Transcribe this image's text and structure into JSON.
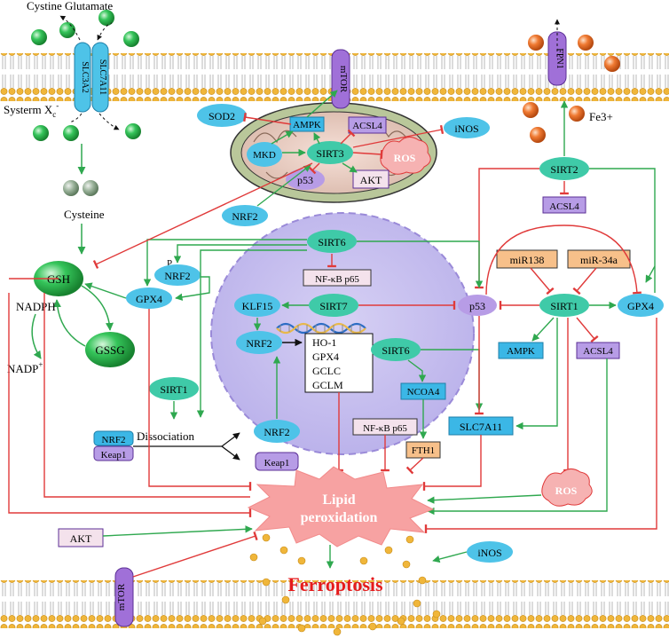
{
  "colors": {
    "membrane_gold": "#e8b84a",
    "activation_green": "#2fa84f",
    "inhibition_red": "#e03a3a",
    "nucleus_fill": "#c9c2ee",
    "cyan_node": "#4ec3e8",
    "teal_node": "#3fcaa8",
    "blue_box": "#3bb7e6",
    "purple_box": "#b79ce6",
    "pink_box": "#f4e2ec",
    "orange_box": "#f7c08a",
    "sphere_green": "#35c45a",
    "sphere_orange": "#f07a32"
  },
  "labels": {
    "cystine_glutamate": "Cystine Glutamate",
    "slc3a2": "SLC3A2",
    "slc7a11_membrane": "SLC7A11",
    "system_xc": "Systerm X",
    "system_xc_sub": "c",
    "system_xc_sup": "-",
    "cysteine": "Cysteine",
    "gsh": "GSH",
    "gssg": "GSSG",
    "nadph": "NADPH",
    "nadp": "NADP",
    "nadp_sup": "+",
    "gpx4": "GPX4",
    "p_phospho": "P",
    "nrf2": "NRF2",
    "keap1": "Keap1",
    "sirt1": "SIRT1",
    "sirt2": "SIRT2",
    "sirt3": "SIRT3",
    "sirt6": "SIRT6",
    "sirt7": "SIRT7",
    "dissociation": "Dissociation",
    "mtor": "mTOR",
    "sod2": "SOD2",
    "ampk": "AMPK",
    "acsl4": "ACSL4",
    "inos": "iNOS",
    "mkd": "MKD",
    "ros": "ROS",
    "p53": "p53",
    "akt": "AKT",
    "fpn1": "FPN1",
    "fe3": "Fe3+",
    "nfkb": "NF-κB p65",
    "klf15": "KLF15",
    "target_genes": [
      "HO-1",
      "GPX4",
      "GCLC",
      "GCLM"
    ],
    "ncoa4": "NCOA4",
    "fth1": "FTH1",
    "slc7a11": "SLC7A11",
    "mir138": "miR138",
    "mir34a": "miR-34a",
    "lipid_peroxidation_1": "Lipid",
    "lipid_peroxidation_2": "peroxidation",
    "ferroptosis": "Ferroptosis"
  }
}
